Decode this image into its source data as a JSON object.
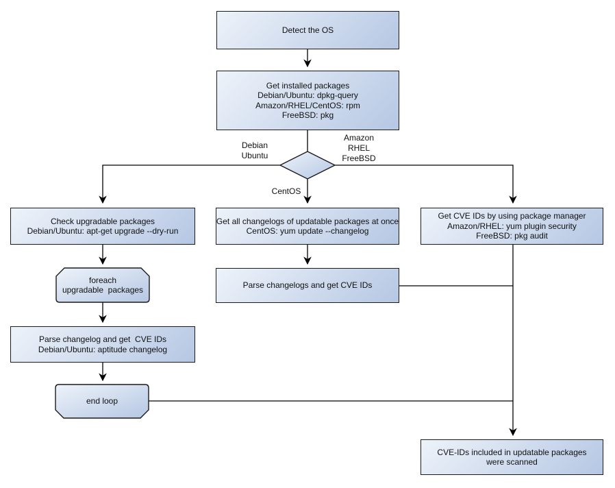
{
  "nodes": {
    "detect_os": {
      "label": "Detect the OS"
    },
    "get_installed_packages": {
      "label": "Get installed packages\nDebian/Ubuntu: dpkg-query\nAmazon/RHEL/CentOS: rpm\nFreeBSD: pkg"
    },
    "check_upgradable": {
      "label": "Check upgradable packages\nDebian/Ubuntu: apt-get upgrade --dry-run"
    },
    "foreach_loop": {
      "label": "foreach\nupgradable  packages"
    },
    "parse_changelog_left": {
      "label": "Parse changelog and get  CVE IDs\nDebian/Ubuntu: aptitude changelog"
    },
    "end_loop": {
      "label": "end loop"
    },
    "get_all_changelogs": {
      "label": "Get all changelogs of updatable packages at once\nCentOS: yum update --changelog"
    },
    "parse_changelogs_mid": {
      "label": "Parse changelogs and get CVE IDs"
    },
    "get_cve_ids_right": {
      "label": "Get CVE IDs by using package manager\nAmazon/RHEL: yum plugin security\nFreeBSD: pkg audit"
    },
    "scanned_result": {
      "label": "CVE-IDs included in updatable packages\nwere scanned"
    }
  },
  "edge_labels": {
    "debian_ubuntu": "Debian\nUbuntu",
    "amazon_rhel_freebsd": "Amazon\nRHEL\nFreeBSD",
    "centos": "CentOS"
  },
  "colors": {
    "node_fill_start": "#eef3fa",
    "node_fill_end": "#b5c7e3",
    "node_border": "#1a1a1a",
    "connector": "#000000",
    "background": "#ffffff",
    "text": "#101010"
  }
}
